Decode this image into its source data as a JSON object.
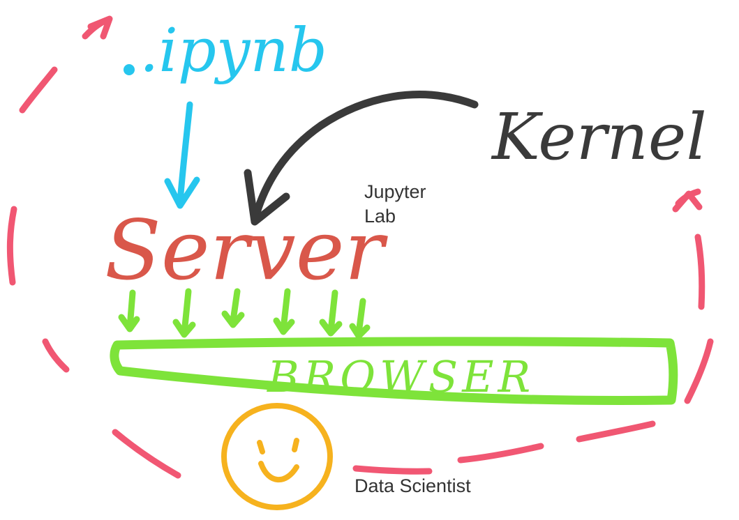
{
  "labels": {
    "ipynb": ".ipynb",
    "kernel": "Kernel",
    "server": "Server",
    "browser": "BROWSER",
    "jupyter_line1": "Jupyter",
    "jupyter_line2": "Lab",
    "data_scientist": "Data Scientist"
  },
  "colors": {
    "ipynb": "#26c6ee",
    "kernel": "#3a3a3a",
    "server": "#d9574a",
    "browser": "#7ee33a",
    "scientist_face": "#f6b21e",
    "boundary": "#ee3a5a",
    "text": "#333333"
  },
  "icons": {
    "face": "smiley-face-icon"
  }
}
